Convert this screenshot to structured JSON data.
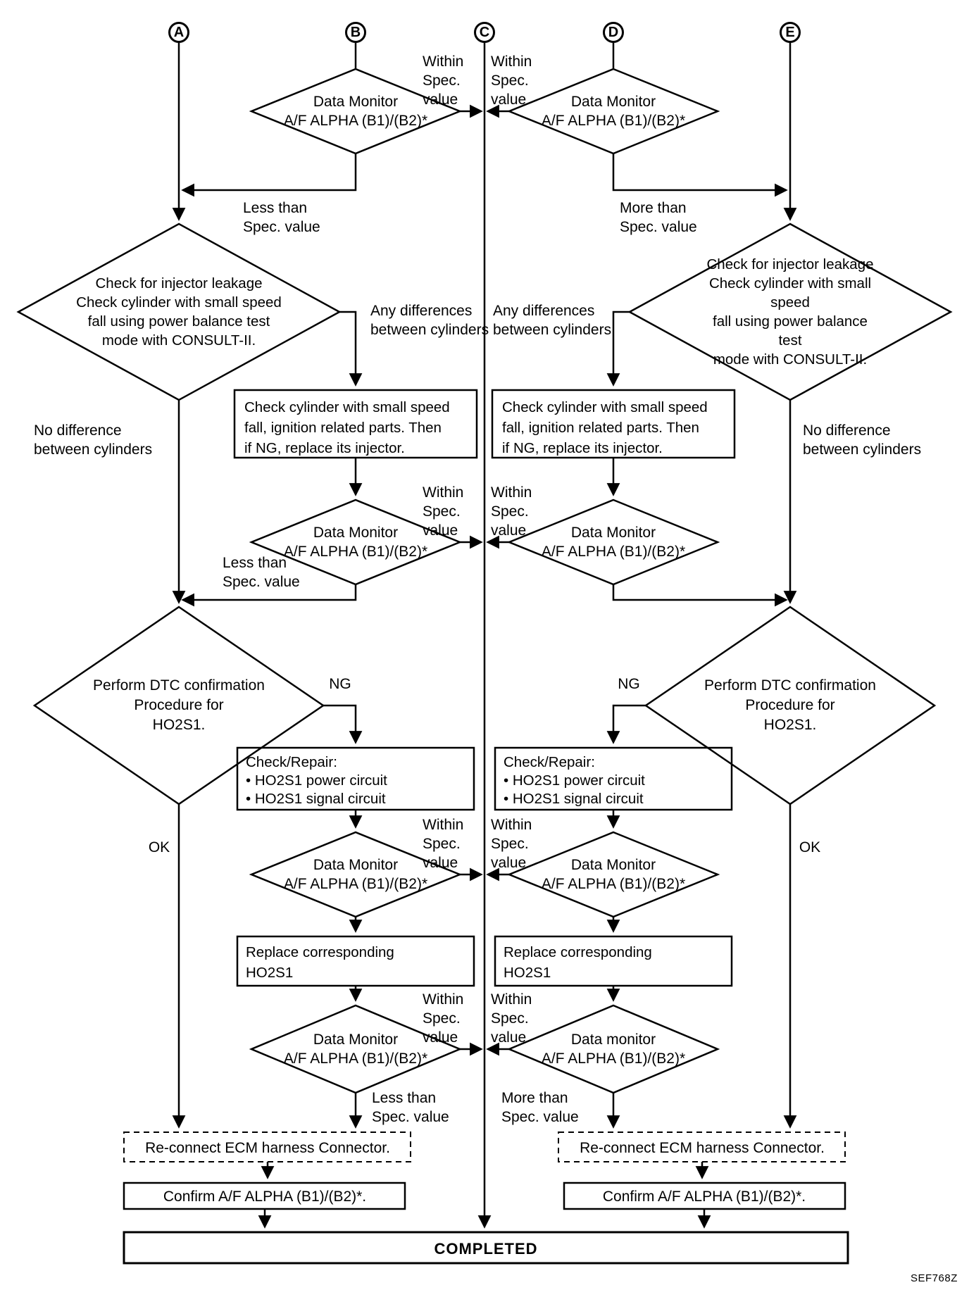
{
  "figure_id": "SEF768Z",
  "connectors": {
    "a": "A",
    "b": "B",
    "c": "C",
    "d": "D",
    "e": "E"
  },
  "labels": {
    "within_spec": "Within\nSpec.\nvalue",
    "less_than": "Less than\nSpec. value",
    "more_than": "More than\nSpec. value",
    "any_diff": "Any differences\nbetween cylinders",
    "no_diff": "No difference\nbetween cylinders",
    "ng": "NG",
    "ok": "OK"
  },
  "nodes": {
    "data_monitor": "Data Monitor\nA/F ALPHA (B1)/(B2)*",
    "data_monitor_lc": "Data monitor\nA/F ALPHA (B1)/(B2)*",
    "injector_check": "Check for injector leakage\nCheck cylinder with small speed\nfall using power balance test\nmode with CONSULT-II.",
    "cylinder_check": "Check cylinder with small speed\nfall, ignition related parts. Then\nif NG, replace its injector.",
    "dtc_confirm": "Perform DTC confirmation\nProcedure for\nHO2S1.",
    "check_repair": "Check/Repair:\n• HO2S1 power circuit\n• HO2S1 signal circuit",
    "replace_ho2s1": "Replace corresponding\nHO2S1",
    "reconnect_ecm": "Re-connect ECM harness Connector.",
    "confirm_af": "Confirm A/F ALPHA (B1)/(B2)*.",
    "completed": "COMPLETED"
  }
}
